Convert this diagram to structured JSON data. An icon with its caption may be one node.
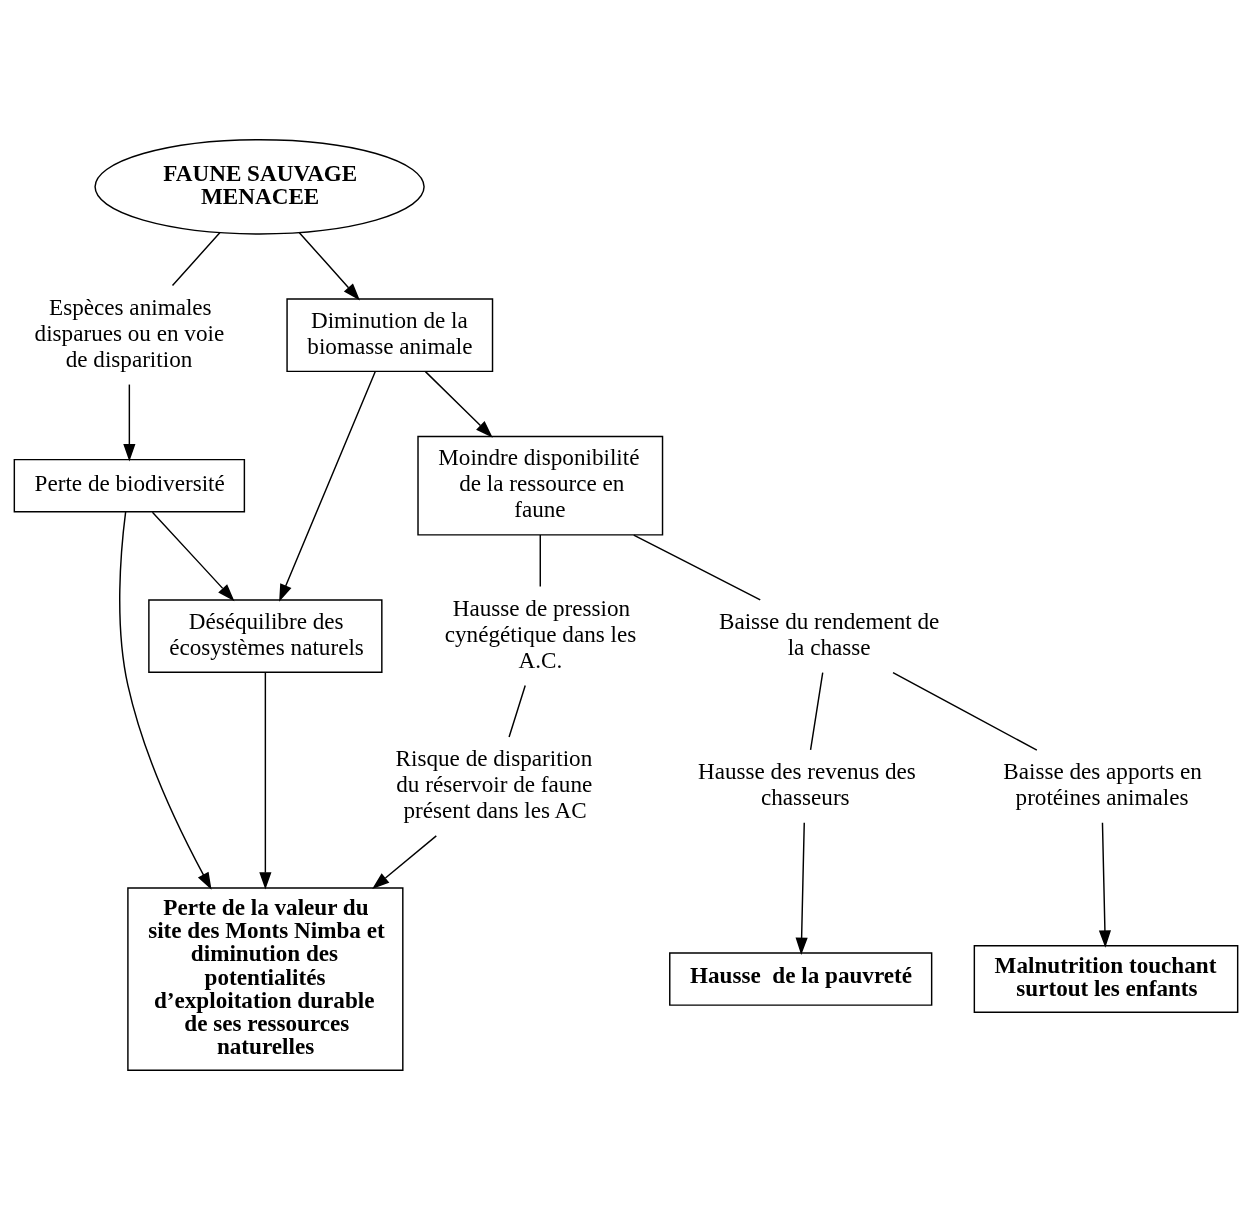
{
  "diagram": {
    "nodes": [
      {
        "text": [
          "FAUNE SAUVAGE MENACEE"
        ]
      },
      {
        "text": [
          "Espèces animales disparues ou en voie de disparition"
        ]
      },
      {
        "text": [
          "Perte de biodiversité"
        ]
      },
      {
        "text": [
          "Diminution de la biomasse animale"
        ]
      },
      {
        "text": [
          "Déséquilibre des écosystèmes naturels"
        ]
      },
      {
        "text": [
          "Moindre disponibilité de la ressource en faune"
        ]
      },
      {
        "text": [
          "Hausse de pression cynégétique dans les A.C."
        ]
      },
      {
        "text": [
          "Baisse du rendement de la chasse"
        ]
      },
      {
        "text": [
          "Risque de disparition du réservoir de faune présent dans les AC"
        ]
      },
      {
        "text": [
          "Hausse des revenus des chasseurs"
        ]
      },
      {
        "text": [
          "Baisse des apports en protéines animales"
        ]
      },
      {
        "text": [
          "Perte de la valeur du site des Monts Nimba et diminution des potentialités d’exploitation durable de ses ressources naturelles"
        ]
      },
      {
        "text": [
          "Hausse  de la pauvreté"
        ]
      },
      {
        "text": [
          "Malnutrition touchant surtout les enfants"
        ]
      }
    ],
    "edges": [
      {
        "from": 0,
        "to": 1,
        "arrow": "none"
      },
      {
        "from": 1,
        "to": 2,
        "arrow": "to"
      },
      {
        "from": 0,
        "to": 3,
        "arrow": "to"
      },
      {
        "from": 2,
        "to": 11,
        "arrow": "to"
      },
      {
        "from": 2,
        "to": 4,
        "arrow": "to"
      },
      {
        "from": 3,
        "to": 4,
        "arrow": "to"
      },
      {
        "from": 3,
        "to": 5,
        "arrow": "to"
      },
      {
        "from": 5,
        "to": 6,
        "arrow": "none"
      },
      {
        "from": 6,
        "to": 8,
        "arrow": "none"
      },
      {
        "from": 5,
        "to": 7,
        "arrow": "none"
      },
      {
        "from": 7,
        "to": 9,
        "arrow": "none"
      },
      {
        "from": 7,
        "to": 10,
        "arrow": "none"
      },
      {
        "from": 4,
        "to": 11,
        "arrow": "to"
      },
      {
        "from": 8,
        "to": 11,
        "arrow": "to"
      },
      {
        "from": 9,
        "to": 12,
        "arrow": "to"
      },
      {
        "from": 10,
        "to": 13,
        "arrow": "to"
      }
    ]
  }
}
